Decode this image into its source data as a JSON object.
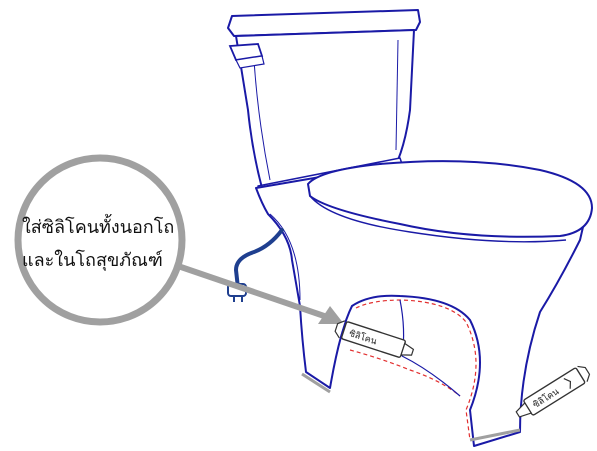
{
  "callout": {
    "line1": "ใส่ซิลิโคนทั้งนอกโถ",
    "line2": "และในโถสุขภัณฑ์"
  },
  "tubes": {
    "label": "ซิลิโคน"
  },
  "colors": {
    "outline": "#1a1aa6",
    "hose": "#1f3f8f",
    "callout_ring": "#a0a0a0",
    "arrow": "#a0a0a0",
    "seal_line": "#e23030",
    "tube_outline": "#333333"
  }
}
